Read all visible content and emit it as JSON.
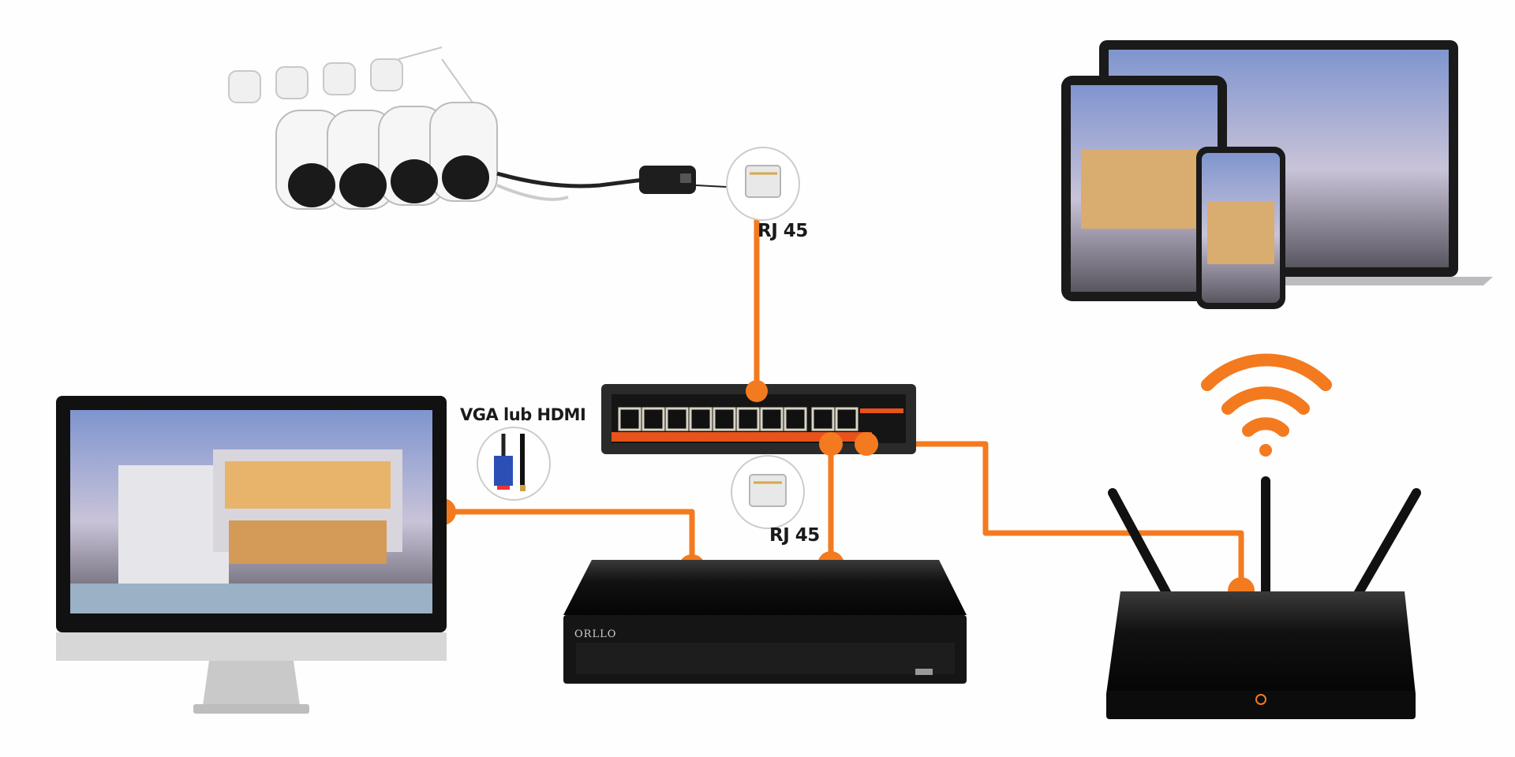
{
  "labels": {
    "rj45_top": "RJ 45",
    "rj45_bottom": "RJ 45",
    "vga_hdmi": "VGA lub HDMI"
  },
  "brand": "ORLLO",
  "colors": {
    "cable": "#f47a1f",
    "device": "#151515",
    "screen_sky": "#8fa6d6"
  },
  "nodes": [
    "ip-cameras",
    "poe-injector",
    "poe-switch",
    "monitor",
    "nvr-recorder",
    "router",
    "wifi",
    "laptop",
    "tablet",
    "smartphone"
  ]
}
